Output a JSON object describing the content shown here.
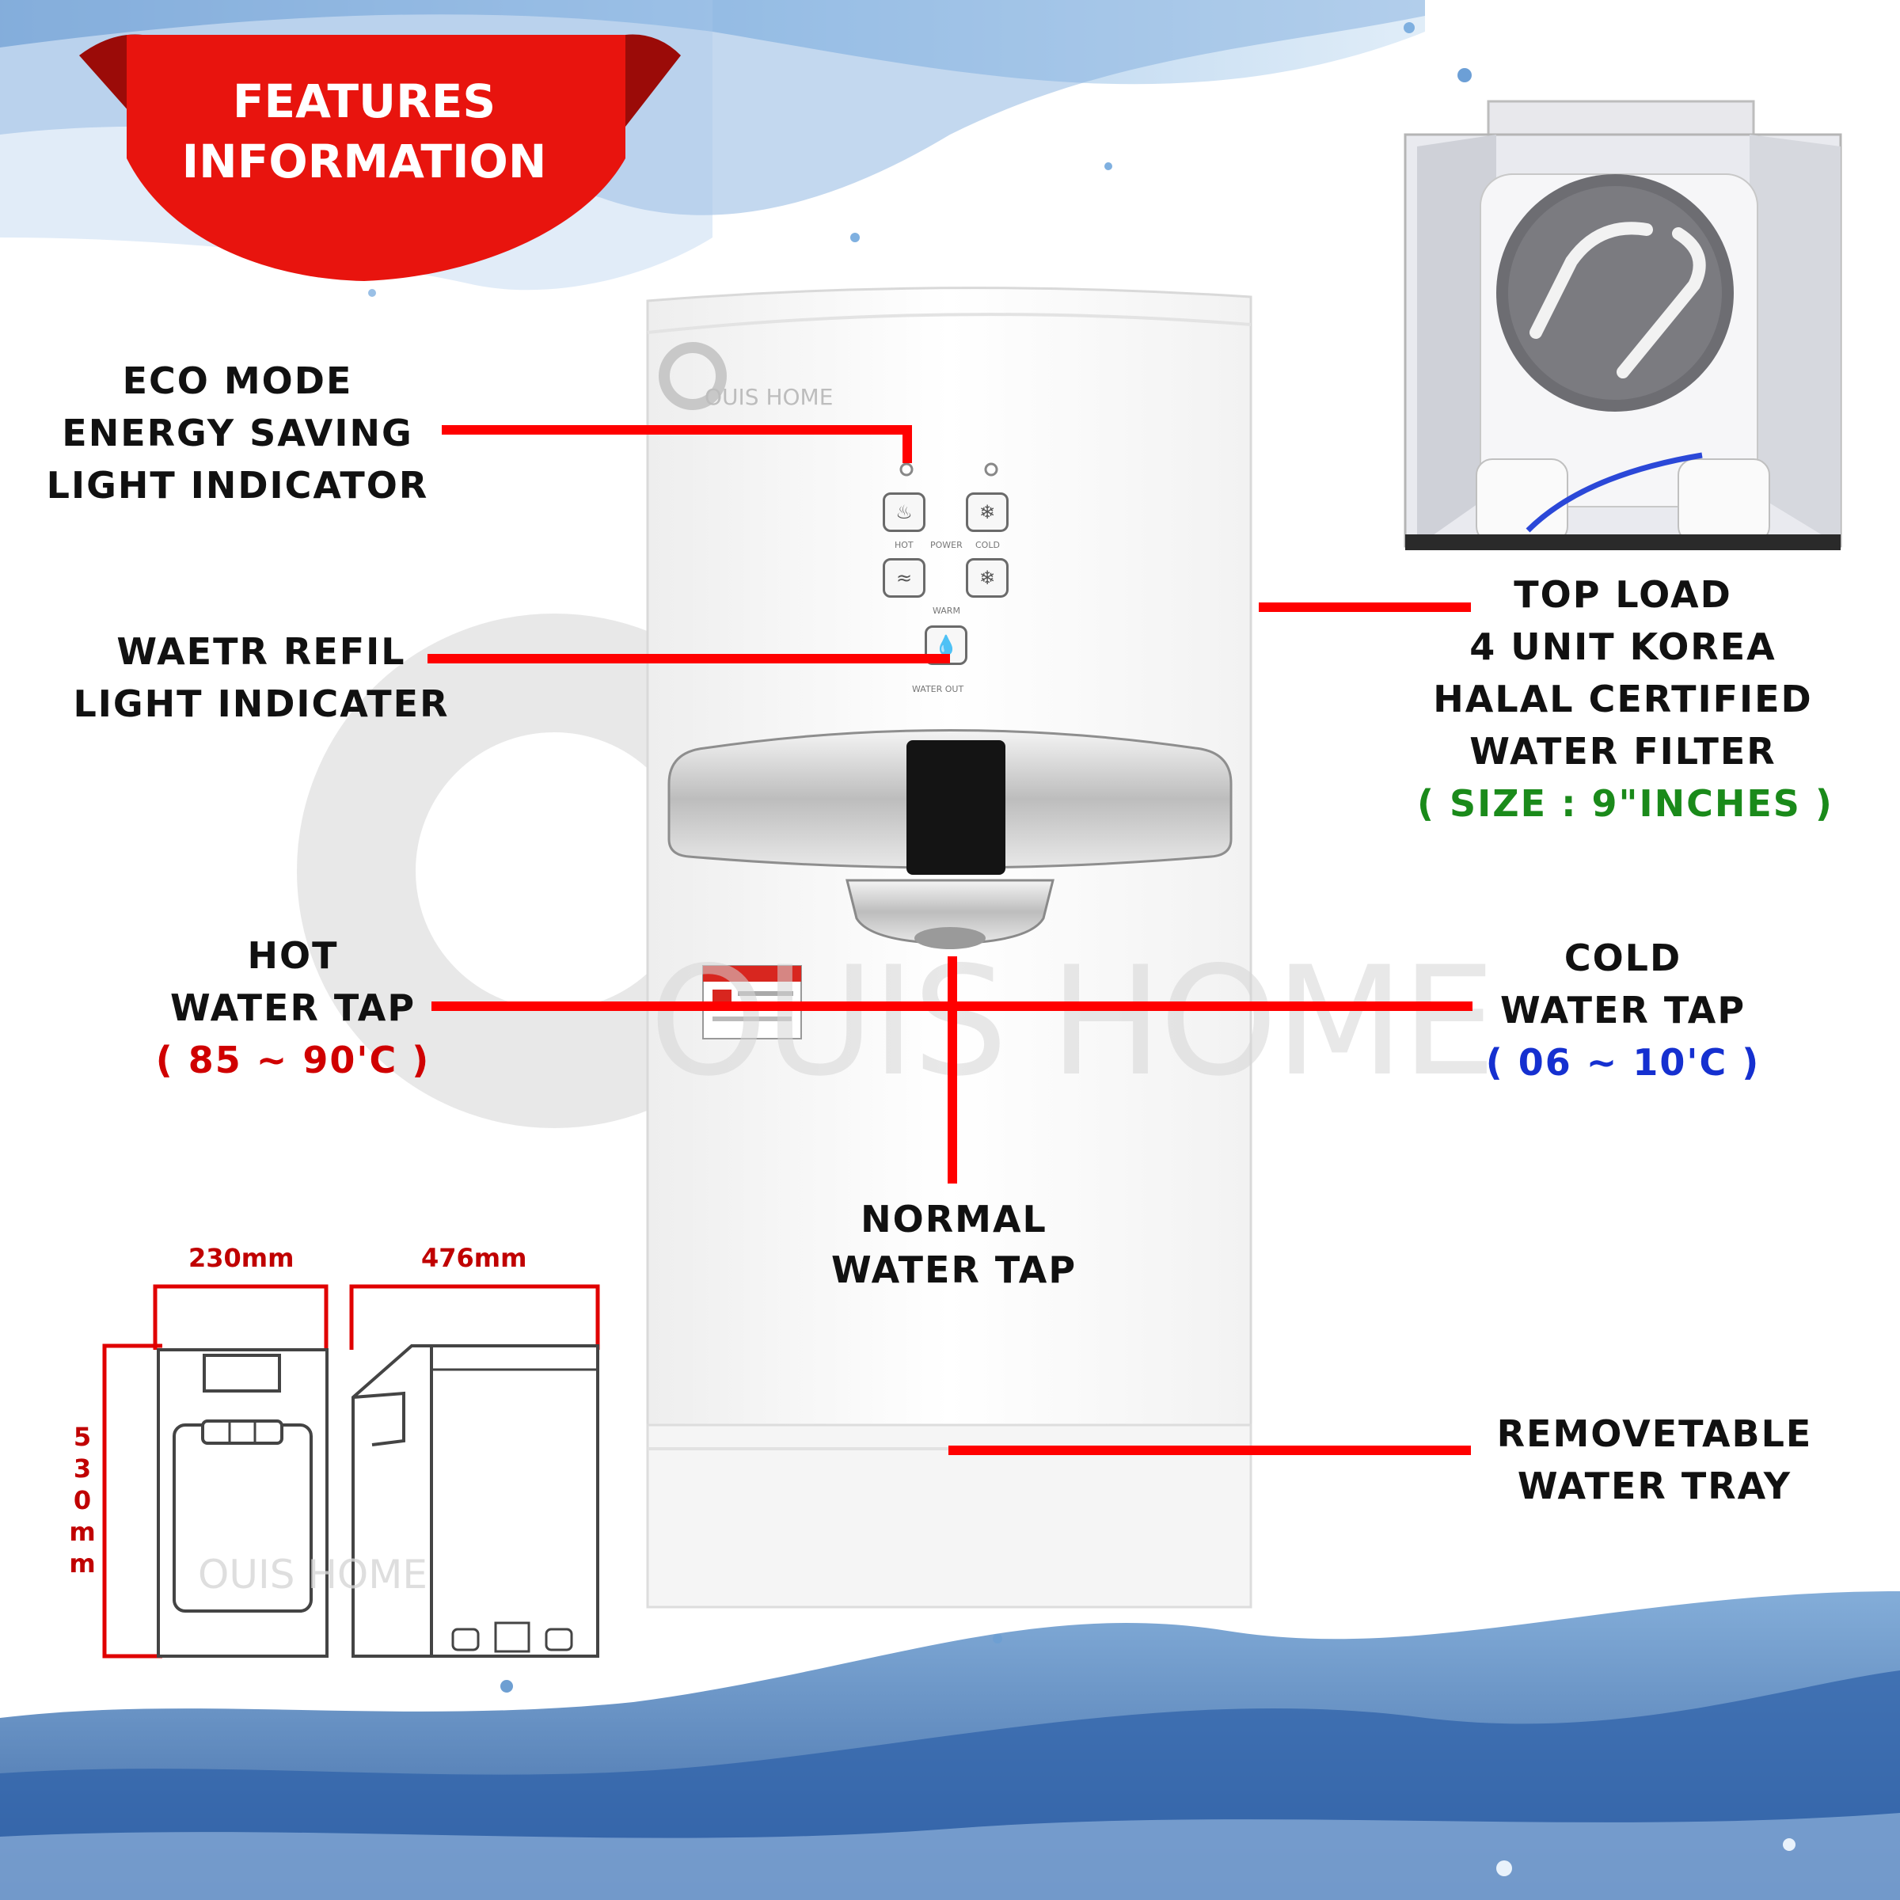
{
  "banner": {
    "line1": "FEATURES",
    "line2": "INFORMATION"
  },
  "brand_watermark": "OUIS HOME",
  "labels": {
    "eco_mode": [
      "ECO MODE",
      "ENERGY SAVING",
      "LIGHT INDICATOR"
    ],
    "water_refil": [
      "WAETR REFIL",
      "LIGHT INDICATER"
    ],
    "top_load": [
      "TOP LOAD",
      "4 UNIT KOREA",
      "HALAL CERTIFIED",
      "WATER FILTER"
    ],
    "top_load_size": "( SIZE : 9\"INCHES )",
    "hot_tap": [
      "HOT",
      "WATER TAP"
    ],
    "hot_tap_temp": "( 85 ~ 90'C )",
    "cold_tap": [
      "COLD",
      "WATER TAP"
    ],
    "cold_tap_temp": "( 06 ~ 10'C )",
    "normal_tap": [
      "NORMAL",
      "WATER TAP"
    ],
    "tray": [
      "REMOVETABLE",
      "WATER TRAY"
    ]
  },
  "panel": {
    "hot": "HOT",
    "power": "POWER",
    "cold": "COLD",
    "warm": "WARM",
    "water_out": "WATER OUT"
  },
  "dimensions": {
    "width": "230mm",
    "depth": "476mm",
    "height_chars": [
      "5",
      "3",
      "0",
      "m",
      "m"
    ]
  },
  "colors": {
    "accent_red": "#ff0000",
    "banner_red": "#e8140e",
    "size_green": "#1a8a1a",
    "hot_red": "#d00000",
    "cold_blue": "#1530d0",
    "water_blue": "#2f6fb8"
  }
}
